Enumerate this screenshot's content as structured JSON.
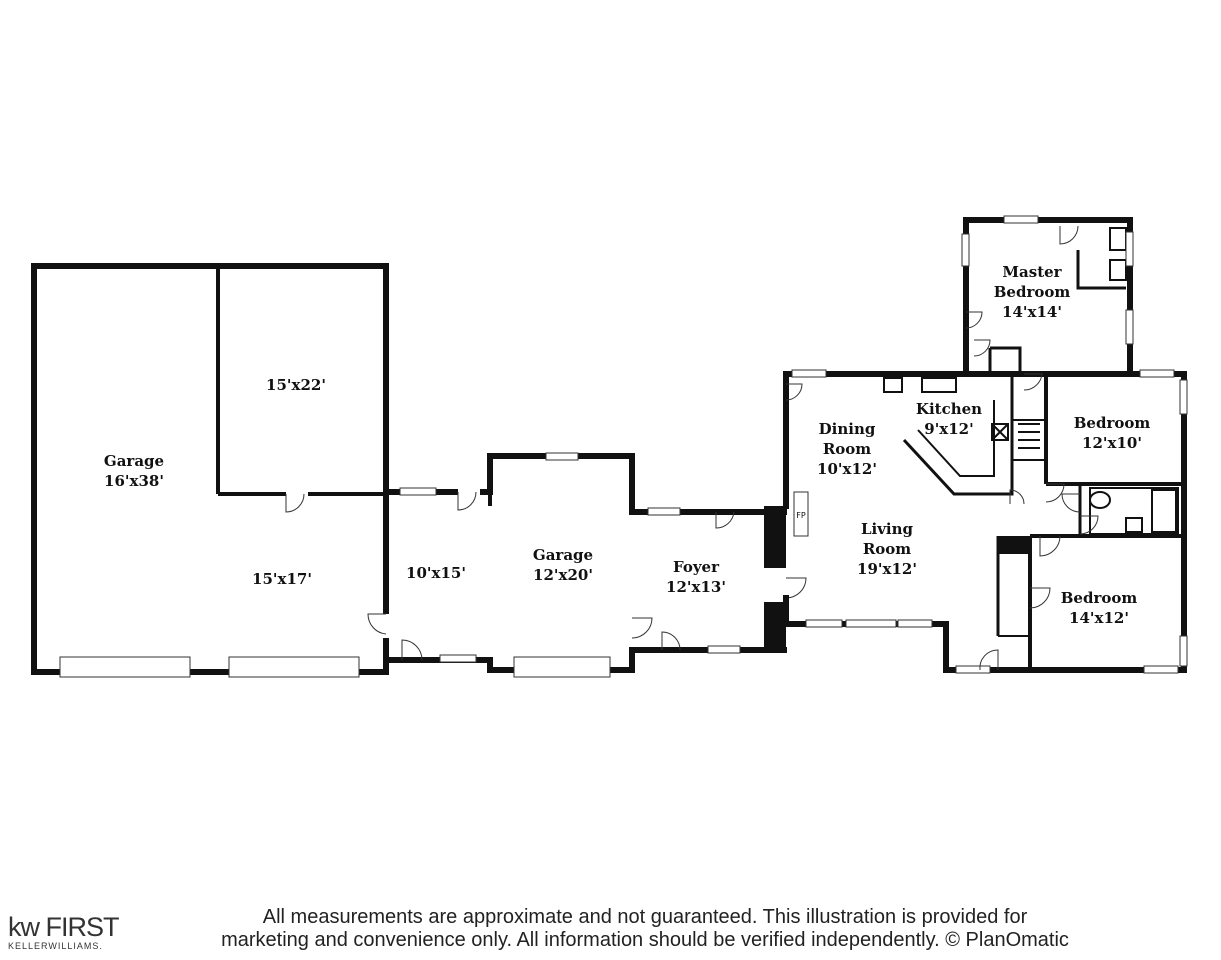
{
  "rooms": {
    "garage_big": {
      "name": "Garage",
      "size": "16'x38'"
    },
    "storage_upper": {
      "size": "15'x22'"
    },
    "storage_lower": {
      "size": "15'x17'"
    },
    "mud_room": {
      "size": "10'x15'"
    },
    "garage_small": {
      "name": "Garage",
      "size": "12'x20'"
    },
    "foyer": {
      "name": "Foyer",
      "size": "12'x13'"
    },
    "dining": {
      "name1": "Dining",
      "name2": "Room",
      "size": "10'x12'"
    },
    "kitchen": {
      "name": "Kitchen",
      "size": "9'x12'"
    },
    "living": {
      "name1": "Living",
      "name2": "Room",
      "size": "19'x12'"
    },
    "master": {
      "name1": "Master",
      "name2": "Bedroom",
      "size": "14'x14'"
    },
    "bedroom2": {
      "name": "Bedroom",
      "size": "12'x10'"
    },
    "bedroom3": {
      "name": "Bedroom",
      "size": "14'x12'"
    },
    "fireplace": {
      "label": "FP"
    }
  },
  "disclaimer": {
    "line1": "All measurements are approximate and not guaranteed. This illustration is provided for",
    "line2": "marketing and convenience only. All information should be verified independently. © PlanOmatic"
  },
  "logo": {
    "brand": "kw FIRST",
    "tagline": "KELLERWILLIAMS."
  }
}
